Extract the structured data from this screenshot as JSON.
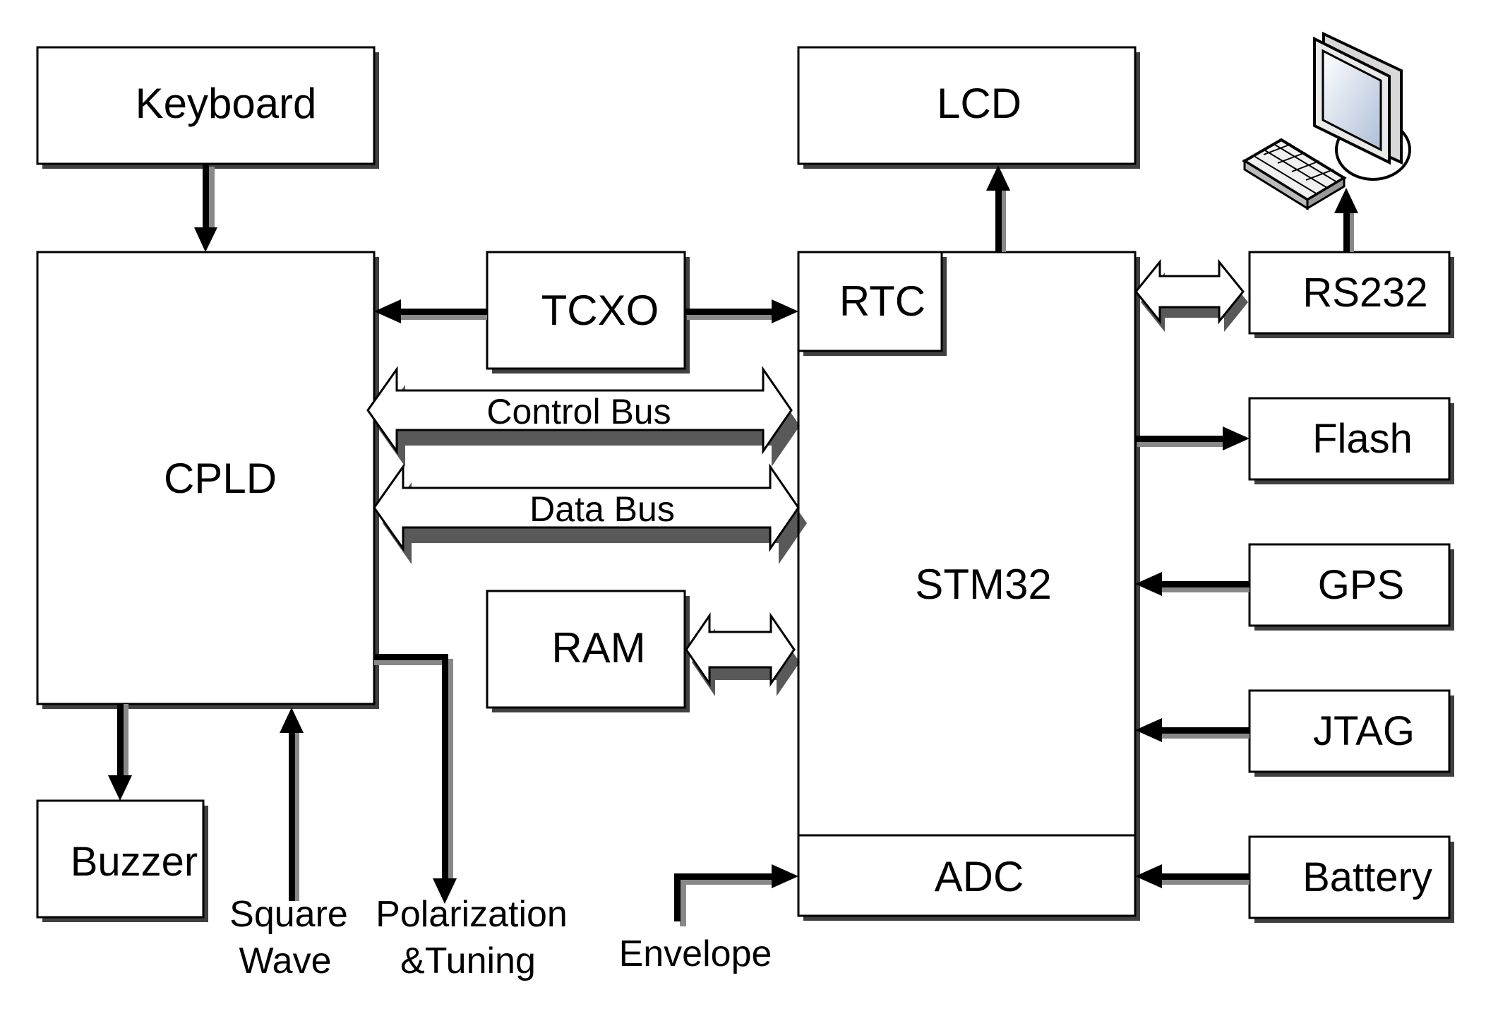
{
  "blocks": {
    "keyboard": "Keyboard",
    "cpld": "CPLD",
    "buzzer": "Buzzer",
    "tcxo": "TCXO",
    "ram": "RAM",
    "lcd": "LCD",
    "rtc": "RTC",
    "stm32": "STM32",
    "adc": "ADC",
    "rs232": "RS232",
    "flash": "Flash",
    "gps": "GPS",
    "jtag": "JTAG",
    "battery": "Battery"
  },
  "buses": {
    "control": "Control Bus",
    "data": "Data Bus"
  },
  "signals": {
    "square_wave_1": "Square",
    "square_wave_2": "Wave",
    "polarization_1": "Polarization",
    "polarization_2": "&Tuning",
    "envelope": "Envelope"
  },
  "icons": {
    "computer": "computer-icon"
  }
}
